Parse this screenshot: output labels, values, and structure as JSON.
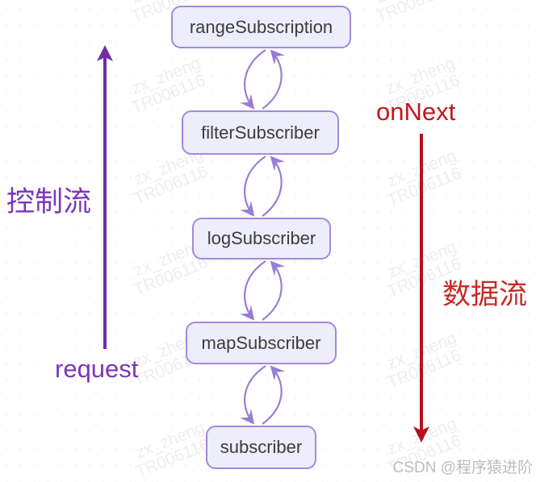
{
  "nodes": [
    {
      "label": "rangeSubscription"
    },
    {
      "label": "filterSubscriber"
    },
    {
      "label": "logSubscriber"
    },
    {
      "label": "mapSubscriber"
    },
    {
      "label": "subscriber"
    }
  ],
  "control_flow": {
    "label": "控制流",
    "request_label": "request",
    "direction": "up",
    "color": "#6f2da8"
  },
  "data_flow": {
    "label": "数据流",
    "onnext_label": "onNext",
    "direction": "down",
    "color": "#b5121b"
  },
  "connectors": {
    "style": "bidirectional-curved",
    "color": "#9a7cd6",
    "pairs": [
      [
        "rangeSubscription",
        "filterSubscriber"
      ],
      [
        "filterSubscriber",
        "logSubscriber"
      ],
      [
        "logSubscriber",
        "mapSubscriber"
      ],
      [
        "mapSubscriber",
        "subscriber"
      ]
    ]
  },
  "watermark": {
    "line1": "zx_zheng",
    "line2": "TR006116"
  },
  "footer": {
    "credit": "CSDN @程序猿进阶"
  },
  "colors": {
    "node_border": "#a588dd",
    "node_fill": "#ededfb",
    "node_text": "#3c3c3c",
    "connector": "#9a7cd6",
    "control_purple": "#7c35b8",
    "data_red": "#c5161d"
  }
}
